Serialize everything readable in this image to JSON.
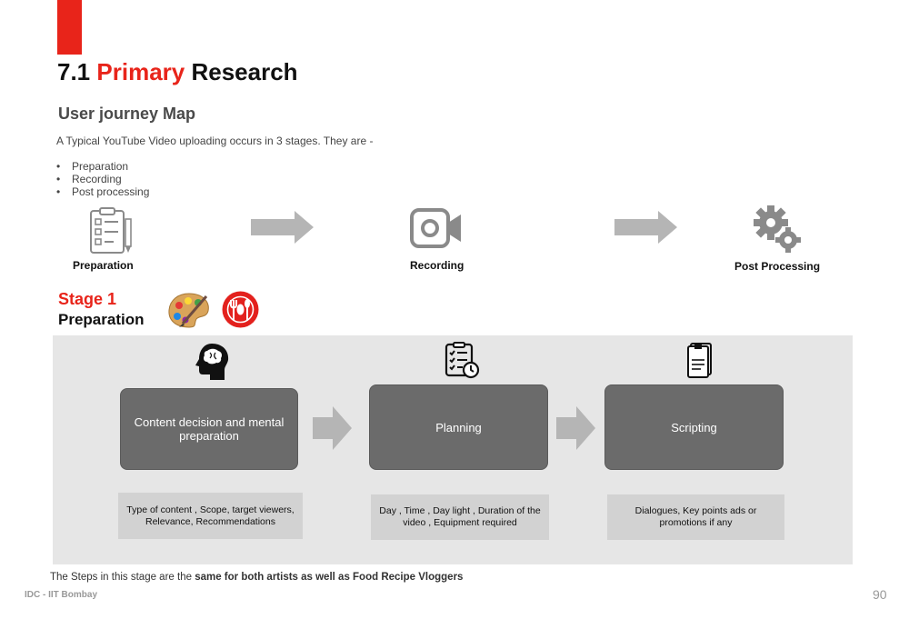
{
  "header": {
    "number": "7.1",
    "title_red": "Primary",
    "title_rest": "Research",
    "accent_color": "#e8241a"
  },
  "subtitle": "User journey Map",
  "intro": "A Typical YouTube Video uploading occurs in 3 stages. They are -",
  "bullets": [
    "Preparation",
    "Recording",
    "Post processing"
  ],
  "journey": {
    "stages": [
      {
        "label": "Preparation",
        "icon": "checklist-clipboard-icon"
      },
      {
        "label": "Recording",
        "icon": "video-camera-icon"
      },
      {
        "label": "Post Processing",
        "icon": "gears-icon"
      }
    ],
    "arrow_icon": "right-arrow-icon"
  },
  "stage1": {
    "title": "Stage 1",
    "subtitle": "Preparation",
    "icons": [
      "art-palette-icon",
      "food-plate-icon"
    ]
  },
  "steps": [
    {
      "label": "Content decision and mental preparation",
      "icon": "head-brain-icon",
      "note": "Type of content , Scope, target viewers, Relevance, Recommendations"
    },
    {
      "label": "Planning",
      "icon": "checklist-clock-icon",
      "note": "Day , Time , Day light , Duration of the video , Equipment  required"
    },
    {
      "label": "Scripting",
      "icon": "document-icon",
      "note": "Dialogues, Key points  ads or promotions if any"
    }
  ],
  "footer_note": {
    "prefix": "The Steps in this stage are the ",
    "bold": "same for both artists as well as Food Recipe Vloggers"
  },
  "footer": {
    "org": "IDC - IIT Bombay",
    "page": "90"
  }
}
